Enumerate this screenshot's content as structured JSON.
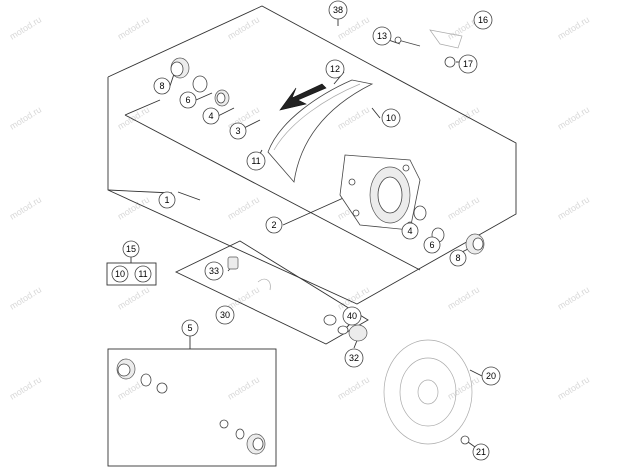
{
  "watermark": "motod.ru",
  "callouts": [
    {
      "id": "c1",
      "label": "1"
    },
    {
      "id": "c2",
      "label": "2"
    },
    {
      "id": "c3",
      "label": "3"
    },
    {
      "id": "c4a",
      "label": "4"
    },
    {
      "id": "c4b",
      "label": "4"
    },
    {
      "id": "c5",
      "label": "5"
    },
    {
      "id": "c6a",
      "label": "6"
    },
    {
      "id": "c6b",
      "label": "6"
    },
    {
      "id": "c8a",
      "label": "8"
    },
    {
      "id": "c8b",
      "label": "8"
    },
    {
      "id": "c10a",
      "label": "10"
    },
    {
      "id": "c10b",
      "label": "10"
    },
    {
      "id": "c11a",
      "label": "11"
    },
    {
      "id": "c11b",
      "label": "11"
    },
    {
      "id": "c12",
      "label": "12"
    },
    {
      "id": "c13",
      "label": "13"
    },
    {
      "id": "c15",
      "label": "15"
    },
    {
      "id": "c16",
      "label": "16"
    },
    {
      "id": "c17",
      "label": "17"
    },
    {
      "id": "c20",
      "label": "20"
    },
    {
      "id": "c21",
      "label": "21"
    },
    {
      "id": "c30",
      "label": "30"
    },
    {
      "id": "c32",
      "label": "32"
    },
    {
      "id": "c33",
      "label": "33"
    },
    {
      "id": "c38",
      "label": "38"
    },
    {
      "id": "c40",
      "label": "40"
    }
  ]
}
